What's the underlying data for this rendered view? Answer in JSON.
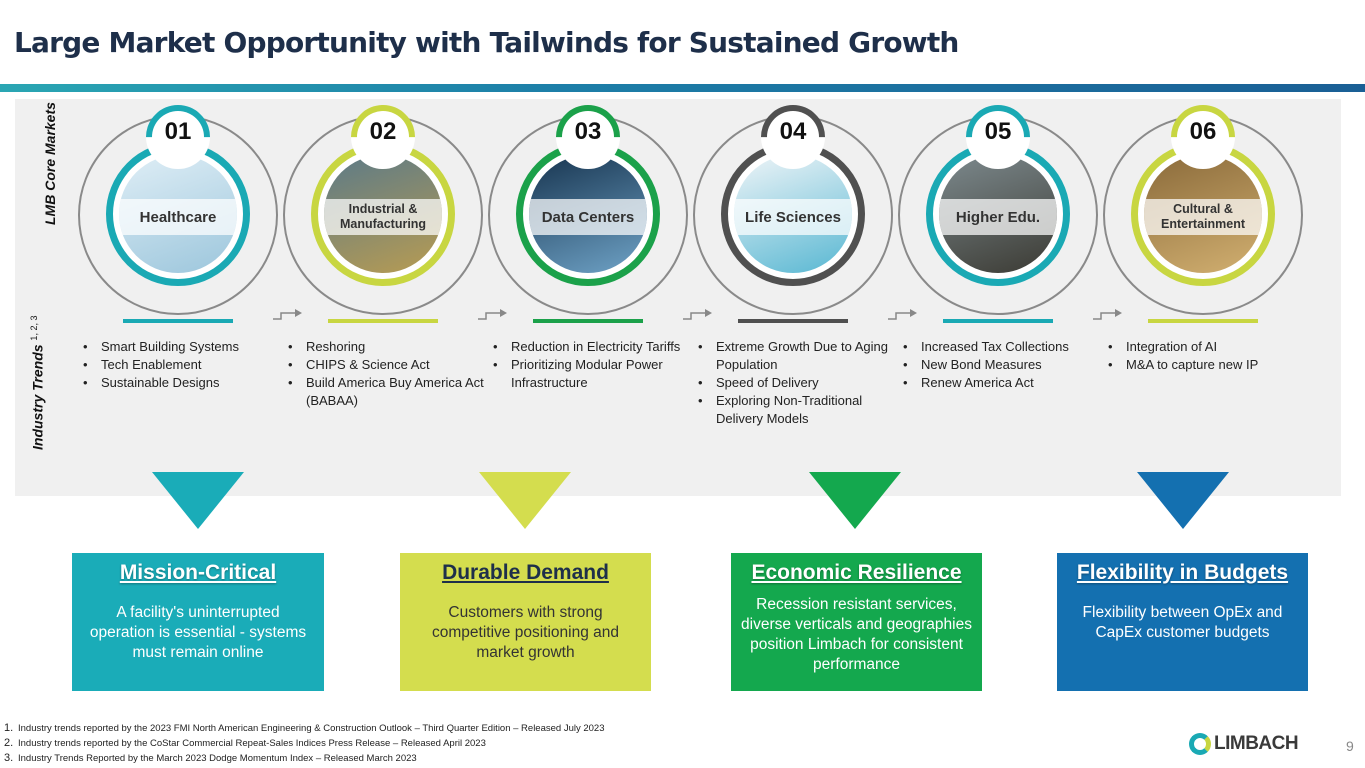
{
  "title": "Large Market Opportunity with Tailwinds for Sustained Growth",
  "side_labels": {
    "core_markets": "LMB Core Markets",
    "industry_trends": "Industry Trends",
    "trends_sup": "1, 2, 3"
  },
  "markets": [
    {
      "number": "01",
      "name": "Healthcare",
      "color": "#1aa9b4",
      "photo": [
        "#dfeef6",
        "#9cc6dc"
      ],
      "trends": [
        "Smart Building Systems",
        "Tech Enablement",
        "Sustainable Designs"
      ]
    },
    {
      "number": "02",
      "name": "Industrial & Manufacturing",
      "color": "#c8d641",
      "photo": [
        "#5b7a88",
        "#b89c52"
      ],
      "trends": [
        "Reshoring",
        "CHIPS & Science Act",
        "Build America Buy America Act (BABAA)"
      ]
    },
    {
      "number": "03",
      "name": "Data Centers",
      "color": "#1ba14a",
      "photo": [
        "#17344f",
        "#6fa3c7"
      ],
      "trends": [
        "Reduction in Electricity Tariffs",
        "Prioritizing Modular Power Infrastructure"
      ]
    },
    {
      "number": "04",
      "name": "Life Sciences",
      "color": "#505050",
      "photo": [
        "#f0f5f8",
        "#57b7d2"
      ],
      "trends": [
        "Extreme Growth Due to Aging Population",
        "Speed of Delivery",
        "Exploring Non-Traditional Delivery Models"
      ]
    },
    {
      "number": "05",
      "name": "Higher Edu.",
      "color": "#1aa9b4",
      "photo": [
        "#7d8a8e",
        "#3b3a33"
      ],
      "trends": [
        "Increased Tax Collections",
        "New Bond Measures",
        "Renew America Act"
      ]
    },
    {
      "number": "06",
      "name": "Cultural & Entertainment",
      "color": "#c8d641",
      "photo": [
        "#8a6a3a",
        "#d2b071"
      ],
      "trends": [
        "Integration of AI",
        "M&A to capture new IP"
      ]
    }
  ],
  "pillars": [
    {
      "title": "Mission-Critical",
      "text": "A facility's uninterrupted operation is essential - systems must remain online",
      "color": "#1aacb8"
    },
    {
      "title": "Durable Demand",
      "text": "Customers with strong competitive positioning and market growth",
      "color": "#d4dd4e",
      "dark": true
    },
    {
      "title": "Economic Resilience",
      "text": "Recession resistant services, diverse verticals and geographies position Limbach for consistent performance",
      "color": "#14a84e"
    },
    {
      "title": "Flexibility in Budgets",
      "text": "Flexibility between OpEx and CapEx customer budgets",
      "color": "#1470b0"
    }
  ],
  "footnotes": [
    {
      "n": "1.",
      "text": "Industry trends reported by the 2023 FMI North American Engineering & Construction Outlook – Third Quarter Edition – Released July 2023"
    },
    {
      "n": "2.",
      "text": "Industry trends  reported by the CoStar Commercial Repeat-Sales Indices Press Release – Released April 2023"
    },
    {
      "n": "3.",
      "text": "Industry Trends Reported by the March 2023 Dodge Momentum Index – Released March 2023"
    }
  ],
  "logo": "LIMBACH",
  "page_number": "9"
}
